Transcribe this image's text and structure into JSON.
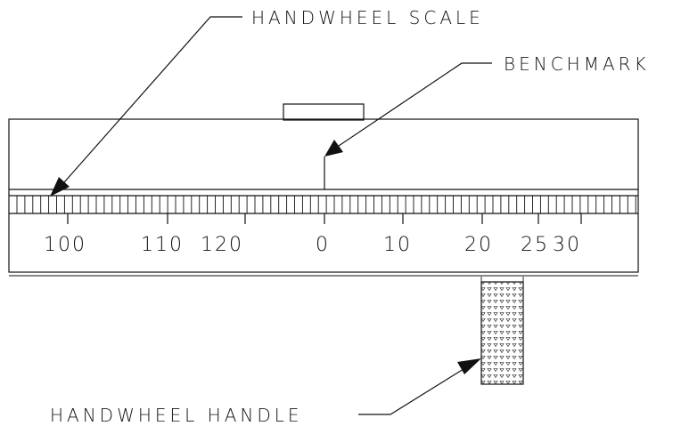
{
  "labels": {
    "handwheel_scale": "HANDWHEEL SCALE",
    "benchmark": "BENCHMARK",
    "handwheel_handle": "HANDWHEEL HANDLE"
  },
  "scale_numbers": [
    "100",
    "110",
    "120",
    "0",
    "10",
    "20",
    "25",
    "30"
  ]
}
